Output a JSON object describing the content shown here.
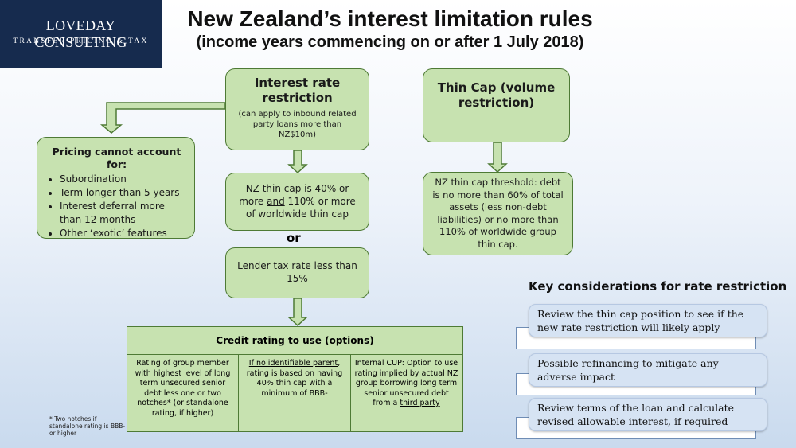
{
  "logo": {
    "name": "LOVEDAY CONSULTING",
    "tagline": "TRANSFER PRICING & TAX"
  },
  "title": "New Zealand’s interest limitation rules",
  "subtitle": "(income years commencing on or after 1 July 2018)",
  "interest_rate_box": {
    "heading": "Interest rate restriction",
    "note": "(can apply to inbound related party loans more than NZ$10m)"
  },
  "thin_cap_box": {
    "heading": "Thin Cap (volume restriction)"
  },
  "pricing_box": {
    "heading": "Pricing cannot account for:",
    "items": [
      "Subordination",
      "Term longer than 5 years",
      "Interest deferral more than 12 months",
      "Other ‘exotic’ features"
    ]
  },
  "nz_thin_cap_box": {
    "part1": "NZ thin cap is 40% or more ",
    "underline": "and",
    "part2": " 110% or more of worldwide thin cap"
  },
  "or_label": "or",
  "lender_box": {
    "text": "Lender tax rate less than 15%"
  },
  "threshold_box": {
    "text": "NZ thin cap threshold: debt is no more than 60% of total assets (less non-debt liabilities) or no more than 110% of worldwide group thin cap."
  },
  "credit": {
    "heading": "Credit rating to use (options)",
    "option1": "Rating of group member with highest level of long term unsecured senior debt less one or two notches* (or standalone rating, if higher)",
    "option2_underline": "If no identifiable parent",
    "option2_rest": ", rating is based on having 40% thin cap with a minimum of BBB-",
    "option3_prefix": "Internal CUP: Option to use rating implied by actual NZ group borrowing long term senior unsecured debt from a ",
    "option3_underline": "third party"
  },
  "footnote": "* Two notches if standalone rating is BBB- or higher",
  "key_considerations": {
    "title": "Key considerations for rate restriction",
    "items": [
      "Review the thin cap position to see if the new rate restriction will likely apply",
      "Possible refinancing to mitigate any adverse impact",
      "Review terms of the loan and calculate revised allowable interest, if required"
    ]
  },
  "colors": {
    "box_fill": "#c7e2b0",
    "box_border": "#4e7a35",
    "logo_bg": "#162b4e",
    "kc_fill": "#d6e3f3"
  }
}
